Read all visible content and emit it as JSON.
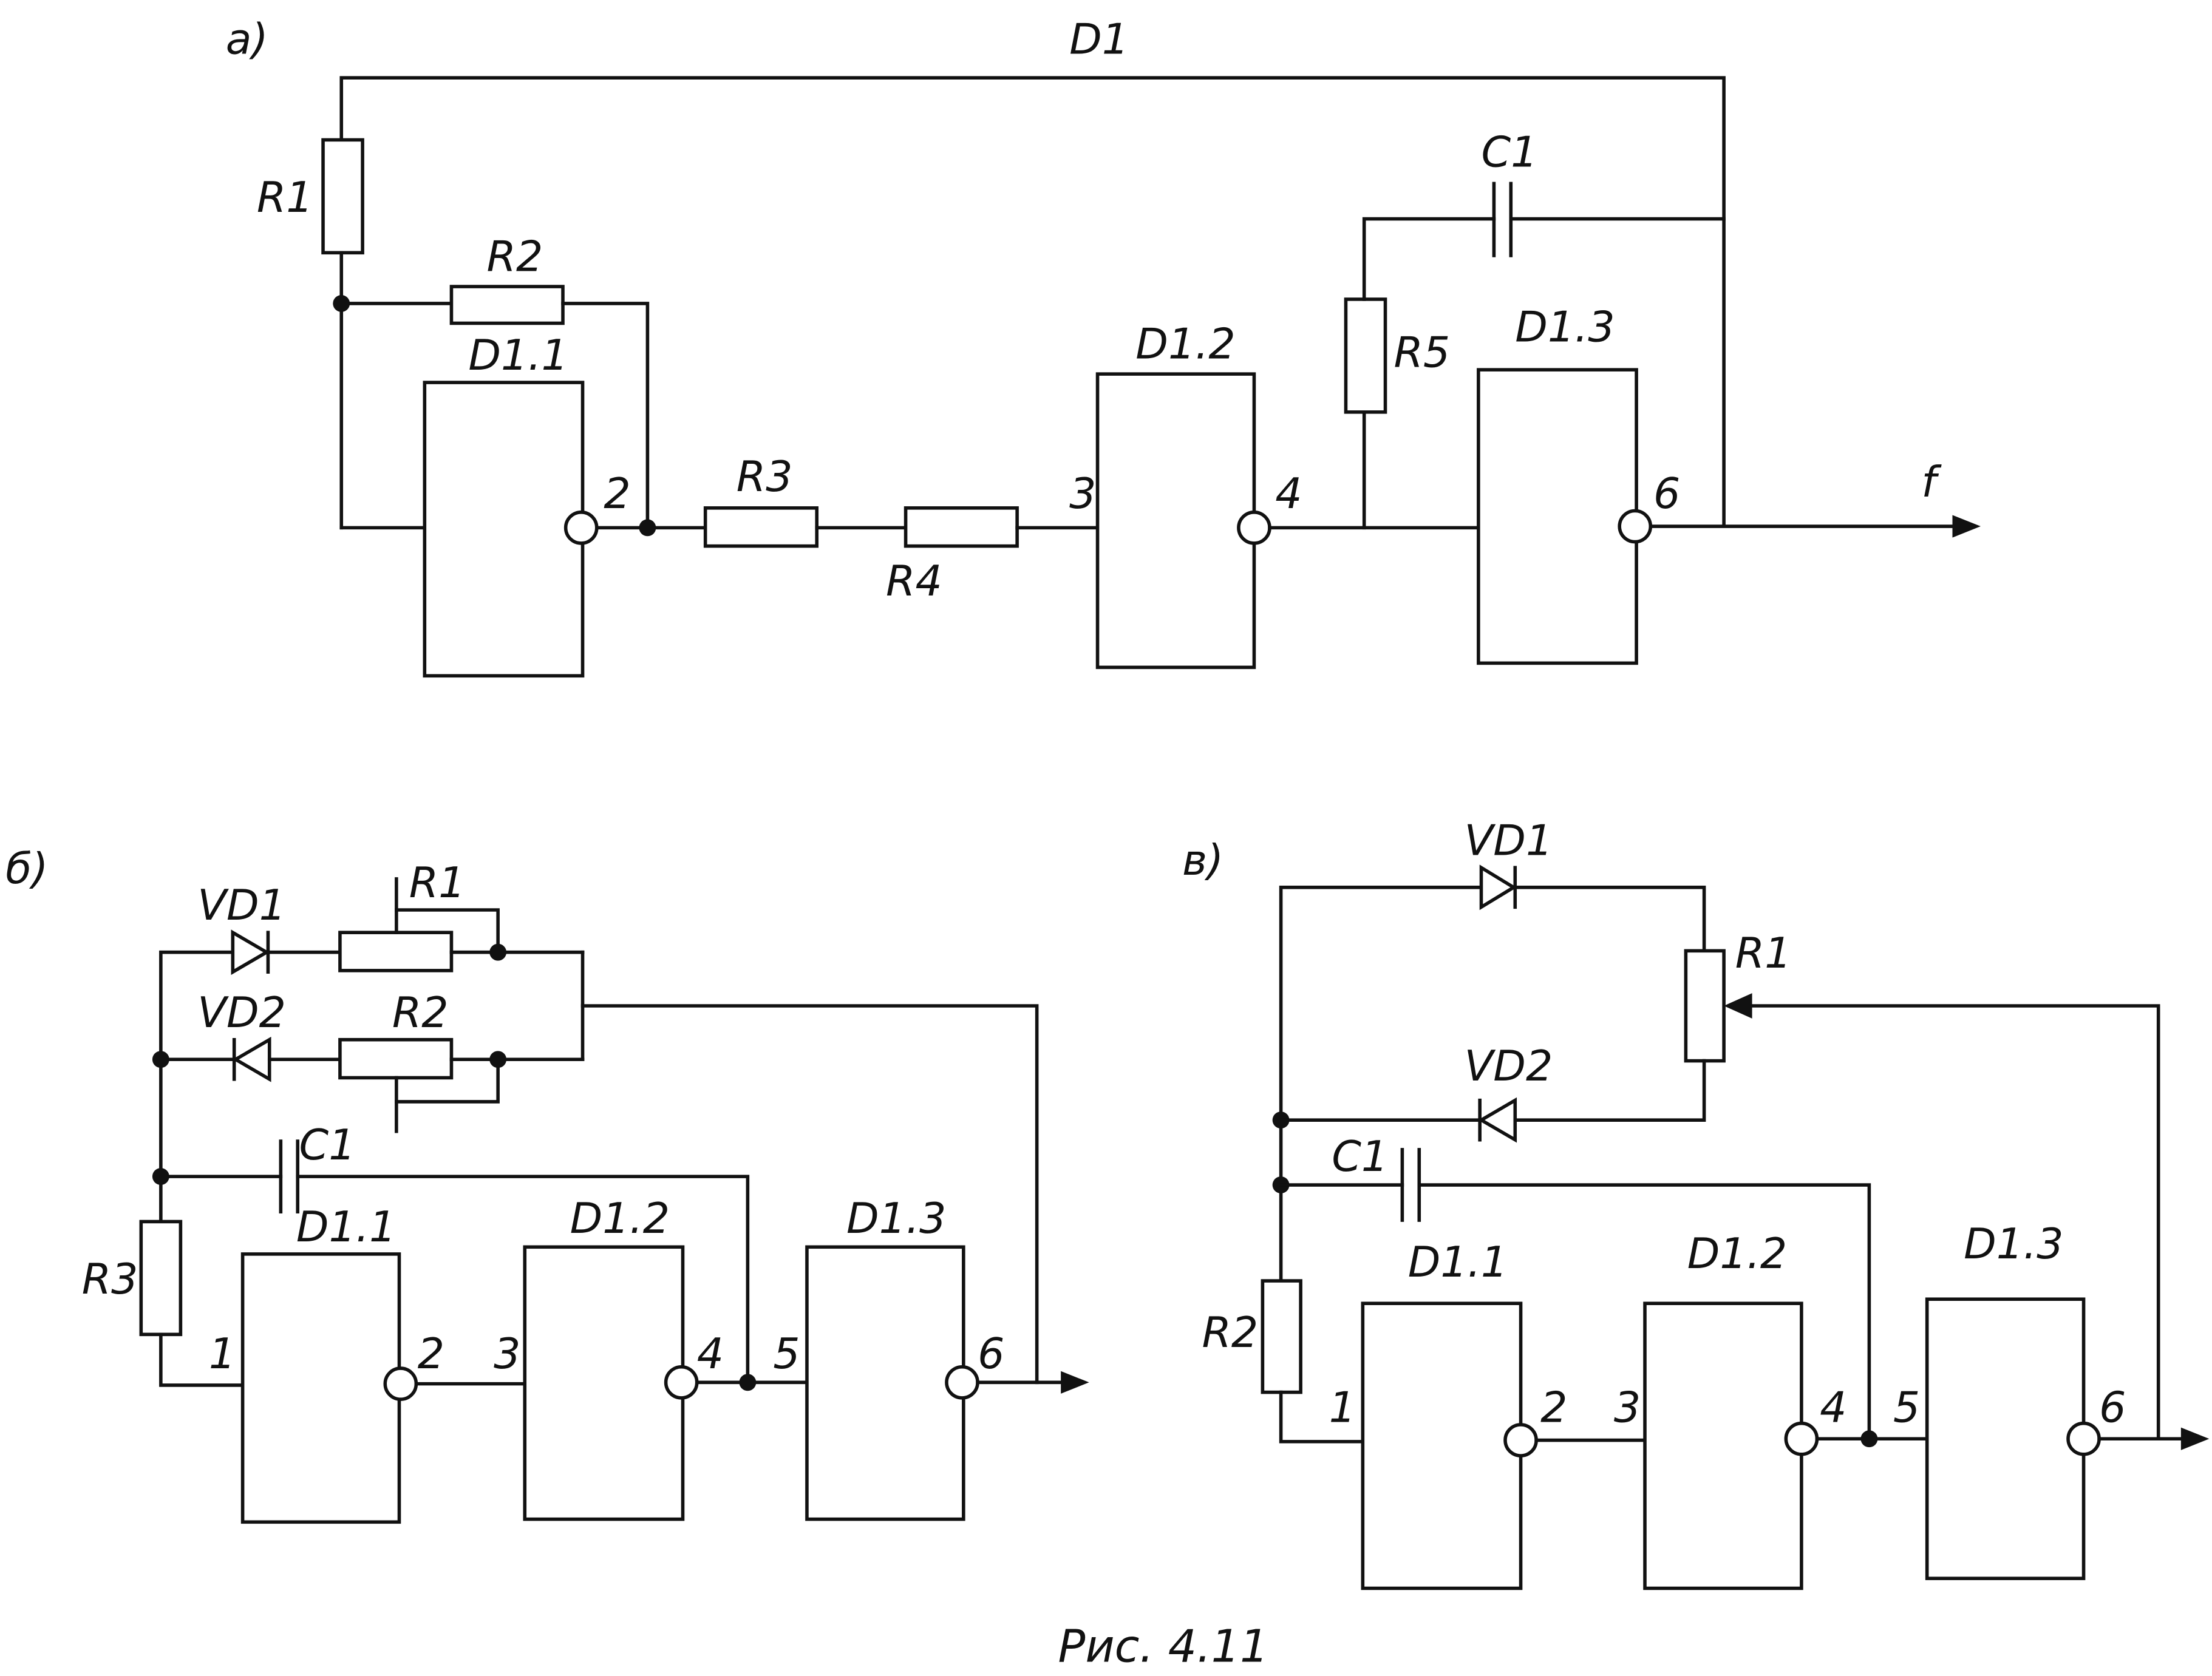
{
  "caption": "Рис. 4.11",
  "panel_a": {
    "tag": "а)",
    "chip": "D1",
    "R1": "R1",
    "R2": "R2",
    "R3": "R3",
    "R4": "R4",
    "R5": "R5",
    "C1": "C1",
    "D1_1": "D1.1",
    "D1_2": "D1.2",
    "D1_3": "D1.3",
    "pin2": "2",
    "pin3": "3",
    "pin4": "4",
    "pin6": "6",
    "out": "f"
  },
  "panel_b": {
    "tag": "б)",
    "VD1": "VD1",
    "VD2": "VD2",
    "R1": "R1",
    "R2": "R2",
    "R3": "R3",
    "C1": "C1",
    "D1_1": "D1.1",
    "D1_2": "D1.2",
    "D1_3": "D1.3",
    "pin1": "1",
    "pin2": "2",
    "pin3": "3",
    "pin4": "4",
    "pin5": "5",
    "pin6": "6"
  },
  "panel_c": {
    "tag": "в)",
    "VD1": "VD1",
    "VD2": "VD2",
    "R1": "R1",
    "R2": "R2",
    "C1": "C1",
    "D1_1": "D1.1",
    "D1_2": "D1.2",
    "D1_3": "D1.3",
    "pin1": "1",
    "pin2": "2",
    "pin3": "3",
    "pin4": "4",
    "pin5": "5",
    "pin6": "6"
  }
}
